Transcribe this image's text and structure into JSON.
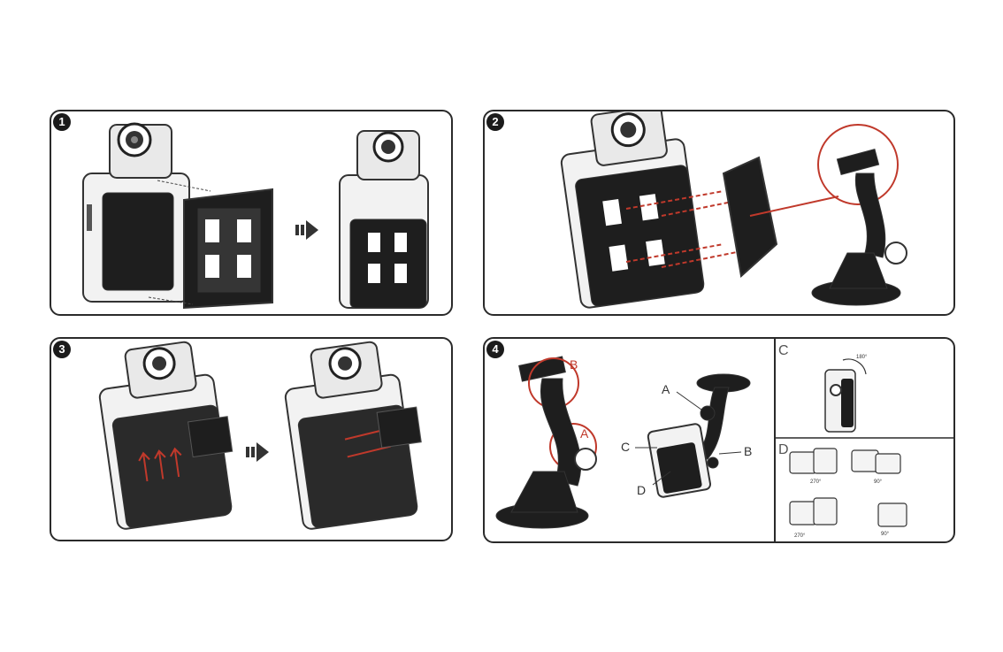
{
  "steps": [
    {
      "number": "1"
    },
    {
      "number": "2"
    },
    {
      "number": "3"
    },
    {
      "number": "4"
    }
  ],
  "step4": {
    "callouts": {
      "a_top": "A",
      "b_top": "B",
      "a_mid": "A",
      "b_mid": "B",
      "c_mid": "C",
      "d_mid": "D"
    },
    "insets": {
      "c": "C",
      "d": "D"
    },
    "rotation": {
      "c": "180°",
      "d1": "270°",
      "d2": "90°",
      "d3": "270°",
      "d4": "90°"
    }
  },
  "colors": {
    "accent": "#c0392b",
    "outline": "#2a2a2a",
    "dark_body": "#1e1e1e"
  }
}
